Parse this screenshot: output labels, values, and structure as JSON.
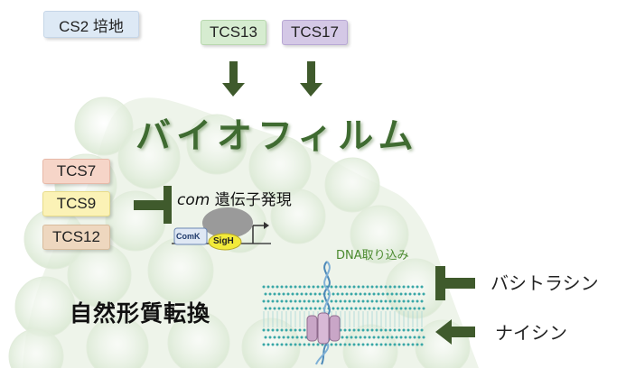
{
  "media": {
    "label": "CS2 培地"
  },
  "upper_tcs": [
    "TCS13",
    "TCS17"
  ],
  "biofilm": {
    "label": "バイオフィルム"
  },
  "left_tcs": [
    "TCS7",
    "TCS9",
    "TCS12"
  ],
  "com_expression": {
    "italic": "com",
    "rest": " 遺伝子発現"
  },
  "proteins": {
    "comk": "ComK",
    "sigh": "SigH"
  },
  "dna_uptake": {
    "label": "DNA取り込み"
  },
  "transformation": {
    "label": "自然形質転換"
  },
  "inhibitor": {
    "label": "バシトラシン"
  },
  "activator": {
    "label": "ナイシン"
  },
  "colors": {
    "arrow": "#3f5a2c",
    "tcs13": "#d6ecd0",
    "tcs17": "#d4c8e6",
    "tcs7": "#f6d5c8",
    "tcs9": "#fbf2b6",
    "tcs12": "#eed7bf",
    "media": "#dde9f5",
    "sigh": "#f2ea3a",
    "membrane": "#39a7a7",
    "channel": "#c9a6c7",
    "dna": "#4c89b8"
  }
}
